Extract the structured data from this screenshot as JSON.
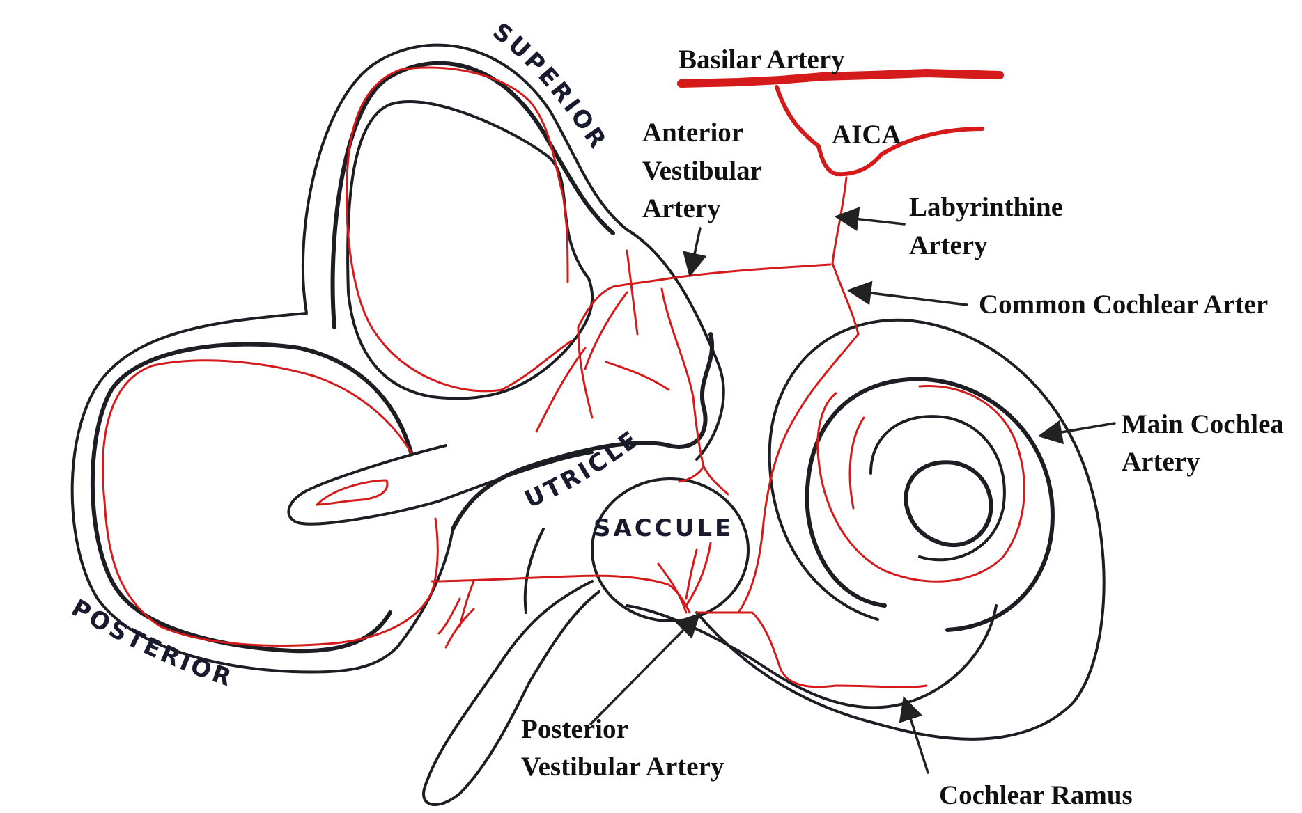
{
  "regions": {
    "superior": "SUPERIOR",
    "utricle": "UTRICLE",
    "saccule": "SACCULE",
    "posterior": "POSTERIOR"
  },
  "labels": {
    "basilar_artery": "Basilar Artery",
    "aica": "AICA",
    "anterior_vestibular": [
      "Anterior",
      "Vestibular",
      "Artery"
    ],
    "labyrinthine": [
      "Labyrinthine",
      "Artery"
    ],
    "common_cochlear": "Common Cochlear Arter",
    "main_cochlear": [
      "Main Cochlea",
      "Artery"
    ],
    "posterior_vestibular": [
      "Posterior",
      "Vestibular Artery"
    ],
    "cochlear_ramus": "Cochlear Ramus"
  },
  "colors": {
    "artery": "#d41a1a",
    "outline": "#1d1d24",
    "text": "#111111"
  }
}
